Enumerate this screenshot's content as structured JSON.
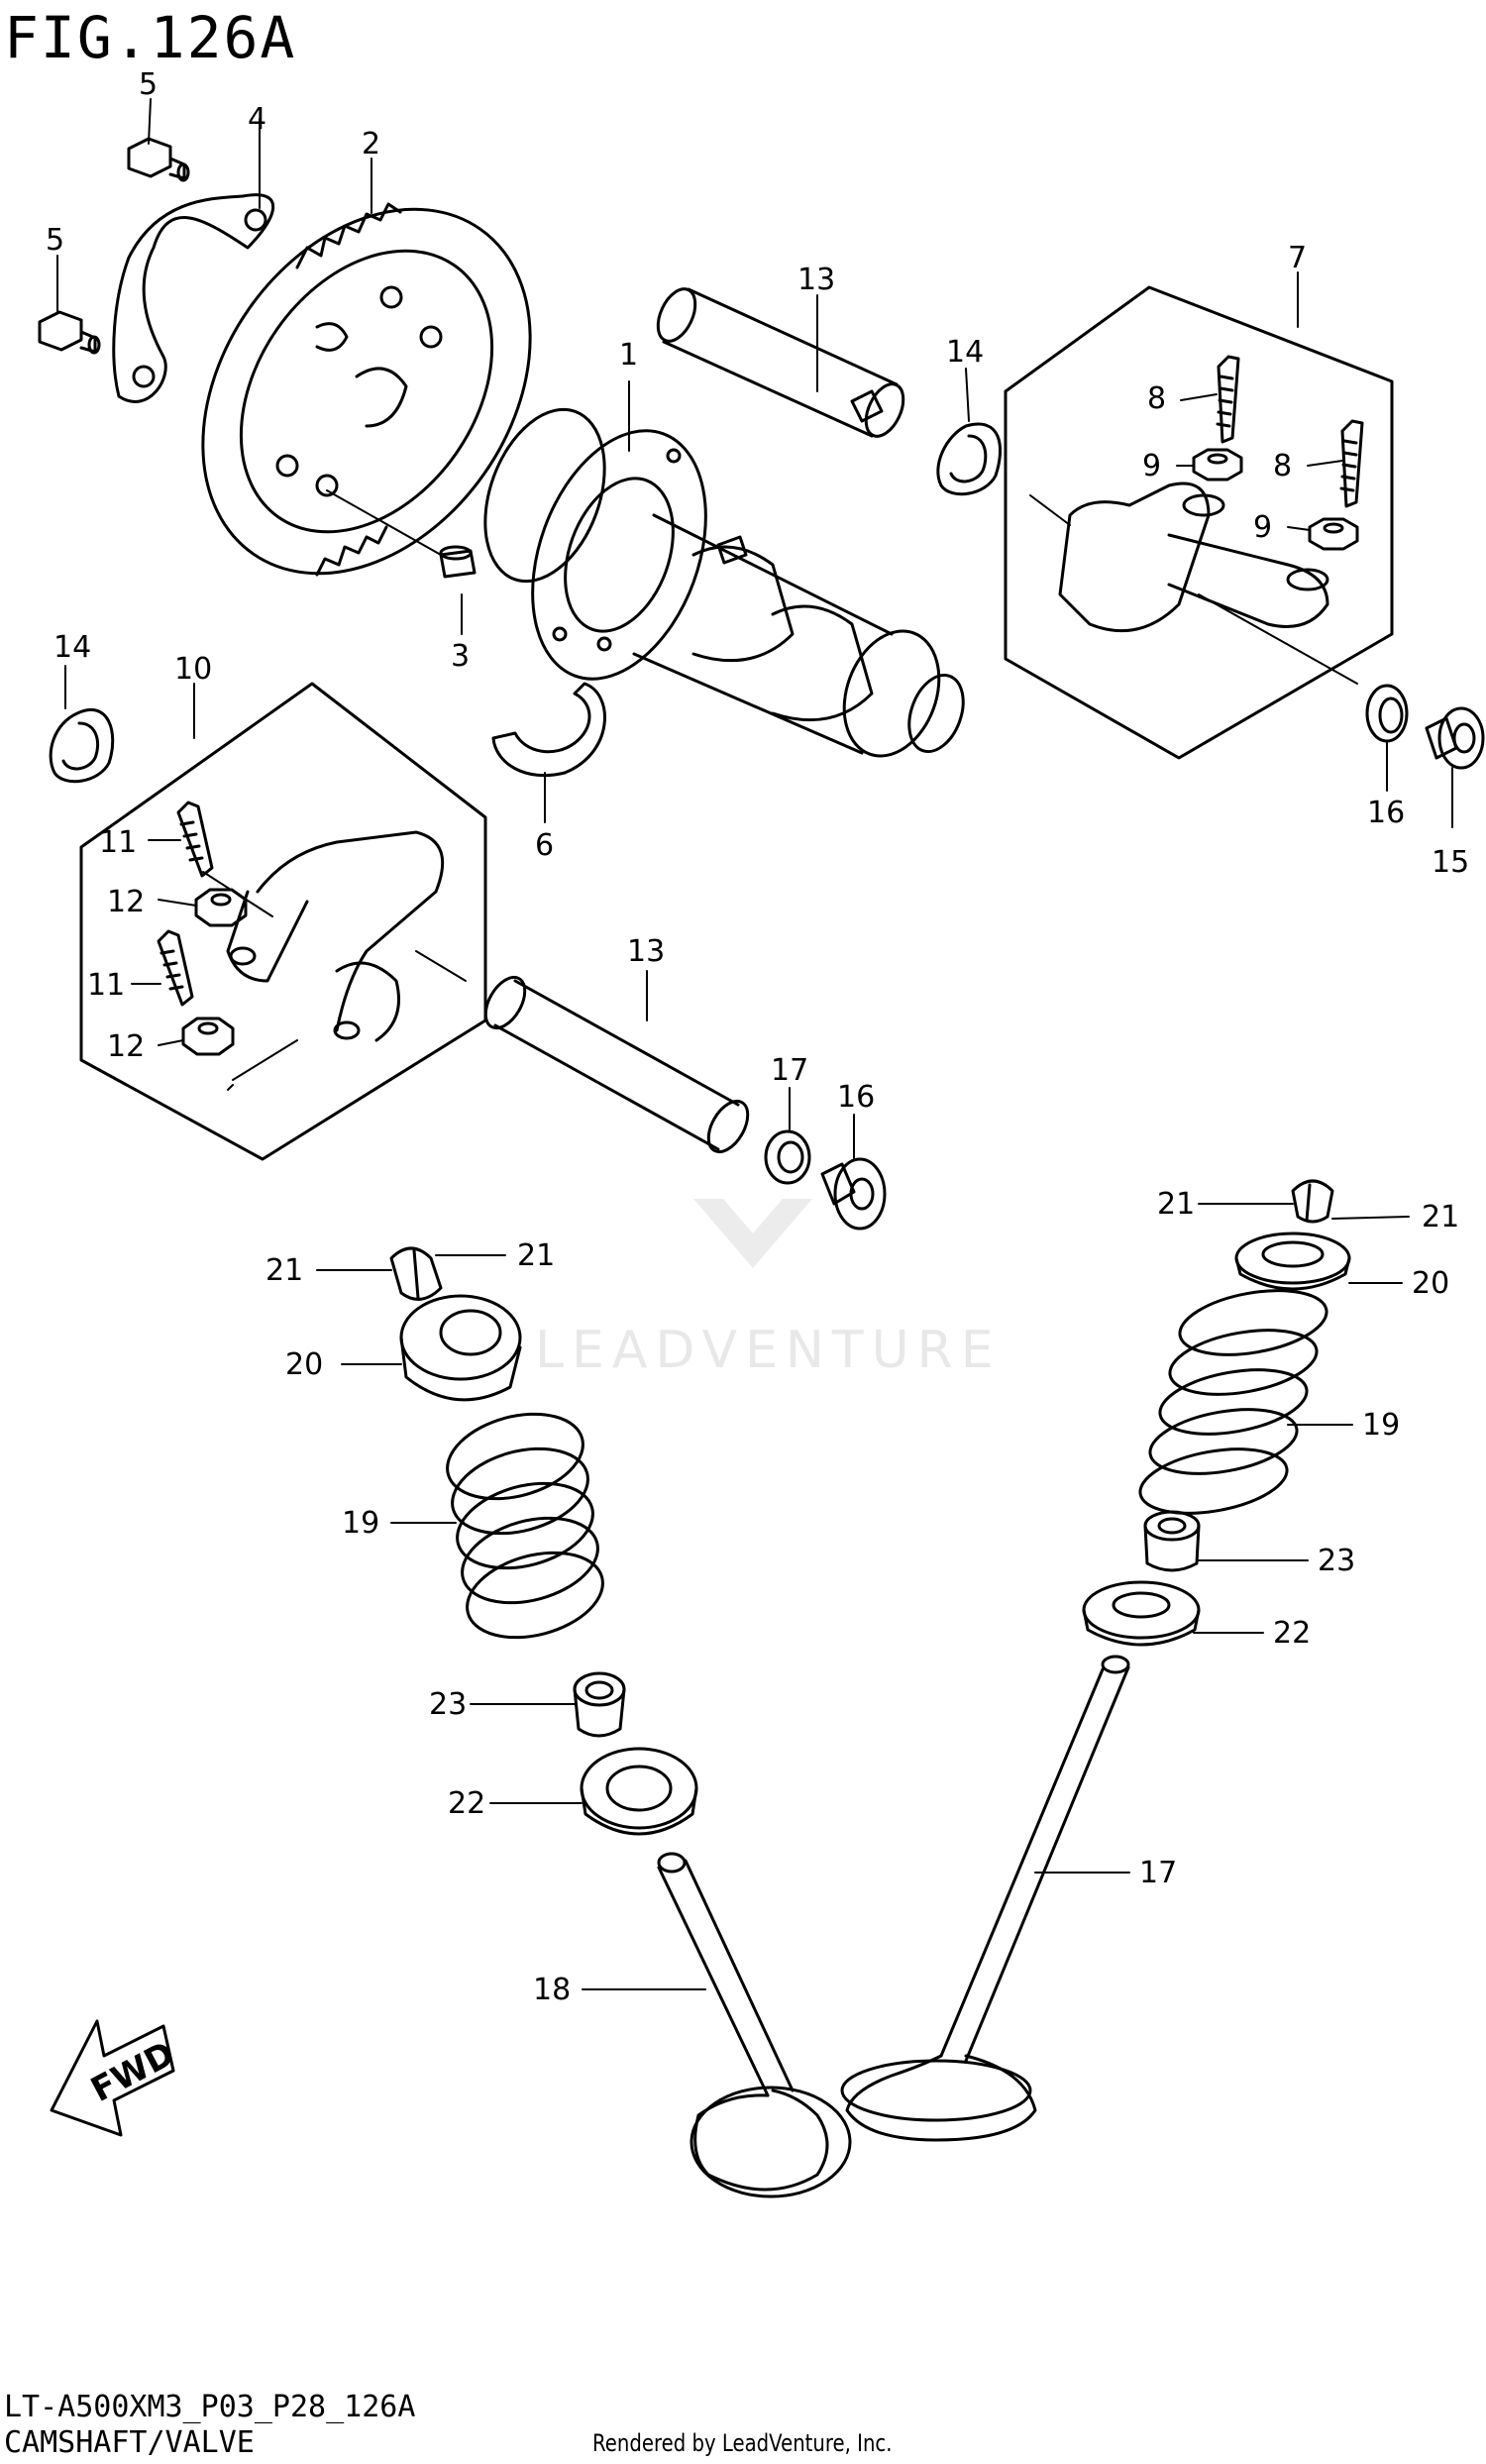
{
  "figure": {
    "title": "FIG.126A",
    "code": "LT-A500XM3_P03_P28_126A",
    "name": "CAMSHAFT/VALVE",
    "credit": "Rendered by LeadVenture, Inc.",
    "watermark": "LEADVENTURE",
    "direction_label": "FWD"
  },
  "callouts": [
    {
      "id": "c1",
      "label": "1"
    },
    {
      "id": "c2",
      "label": "2"
    },
    {
      "id": "c3",
      "label": "3"
    },
    {
      "id": "c4",
      "label": "4"
    },
    {
      "id": "c5a",
      "label": "5"
    },
    {
      "id": "c5b",
      "label": "5"
    },
    {
      "id": "c6",
      "label": "6"
    },
    {
      "id": "c7",
      "label": "7"
    },
    {
      "id": "c8a",
      "label": "8"
    },
    {
      "id": "c8b",
      "label": "8"
    },
    {
      "id": "c9a",
      "label": "9"
    },
    {
      "id": "c9b",
      "label": "9"
    },
    {
      "id": "c10",
      "label": "10"
    },
    {
      "id": "c11a",
      "label": "11"
    },
    {
      "id": "c11b",
      "label": "11"
    },
    {
      "id": "c12a",
      "label": "12"
    },
    {
      "id": "c12b",
      "label": "12"
    },
    {
      "id": "c13a",
      "label": "13"
    },
    {
      "id": "c13b",
      "label": "13"
    },
    {
      "id": "c14a",
      "label": "14"
    },
    {
      "id": "c14b",
      "label": "14"
    },
    {
      "id": "c15a",
      "label": "15"
    },
    {
      "id": "c15b",
      "label": "15"
    },
    {
      "id": "c16a",
      "label": "16"
    },
    {
      "id": "c16b",
      "label": "16"
    },
    {
      "id": "c17",
      "label": "17"
    },
    {
      "id": "c18",
      "label": "18"
    },
    {
      "id": "c19a",
      "label": "19"
    },
    {
      "id": "c19b",
      "label": "19"
    },
    {
      "id": "c20a",
      "label": "20"
    },
    {
      "id": "c20b",
      "label": "20"
    },
    {
      "id": "c21a",
      "label": "21"
    },
    {
      "id": "c21b",
      "label": "21"
    },
    {
      "id": "c21c",
      "label": "21"
    },
    {
      "id": "c21d",
      "label": "21"
    },
    {
      "id": "c22a",
      "label": "22"
    },
    {
      "id": "c22b",
      "label": "22"
    },
    {
      "id": "c23a",
      "label": "23"
    },
    {
      "id": "c23b",
      "label": "23"
    }
  ]
}
